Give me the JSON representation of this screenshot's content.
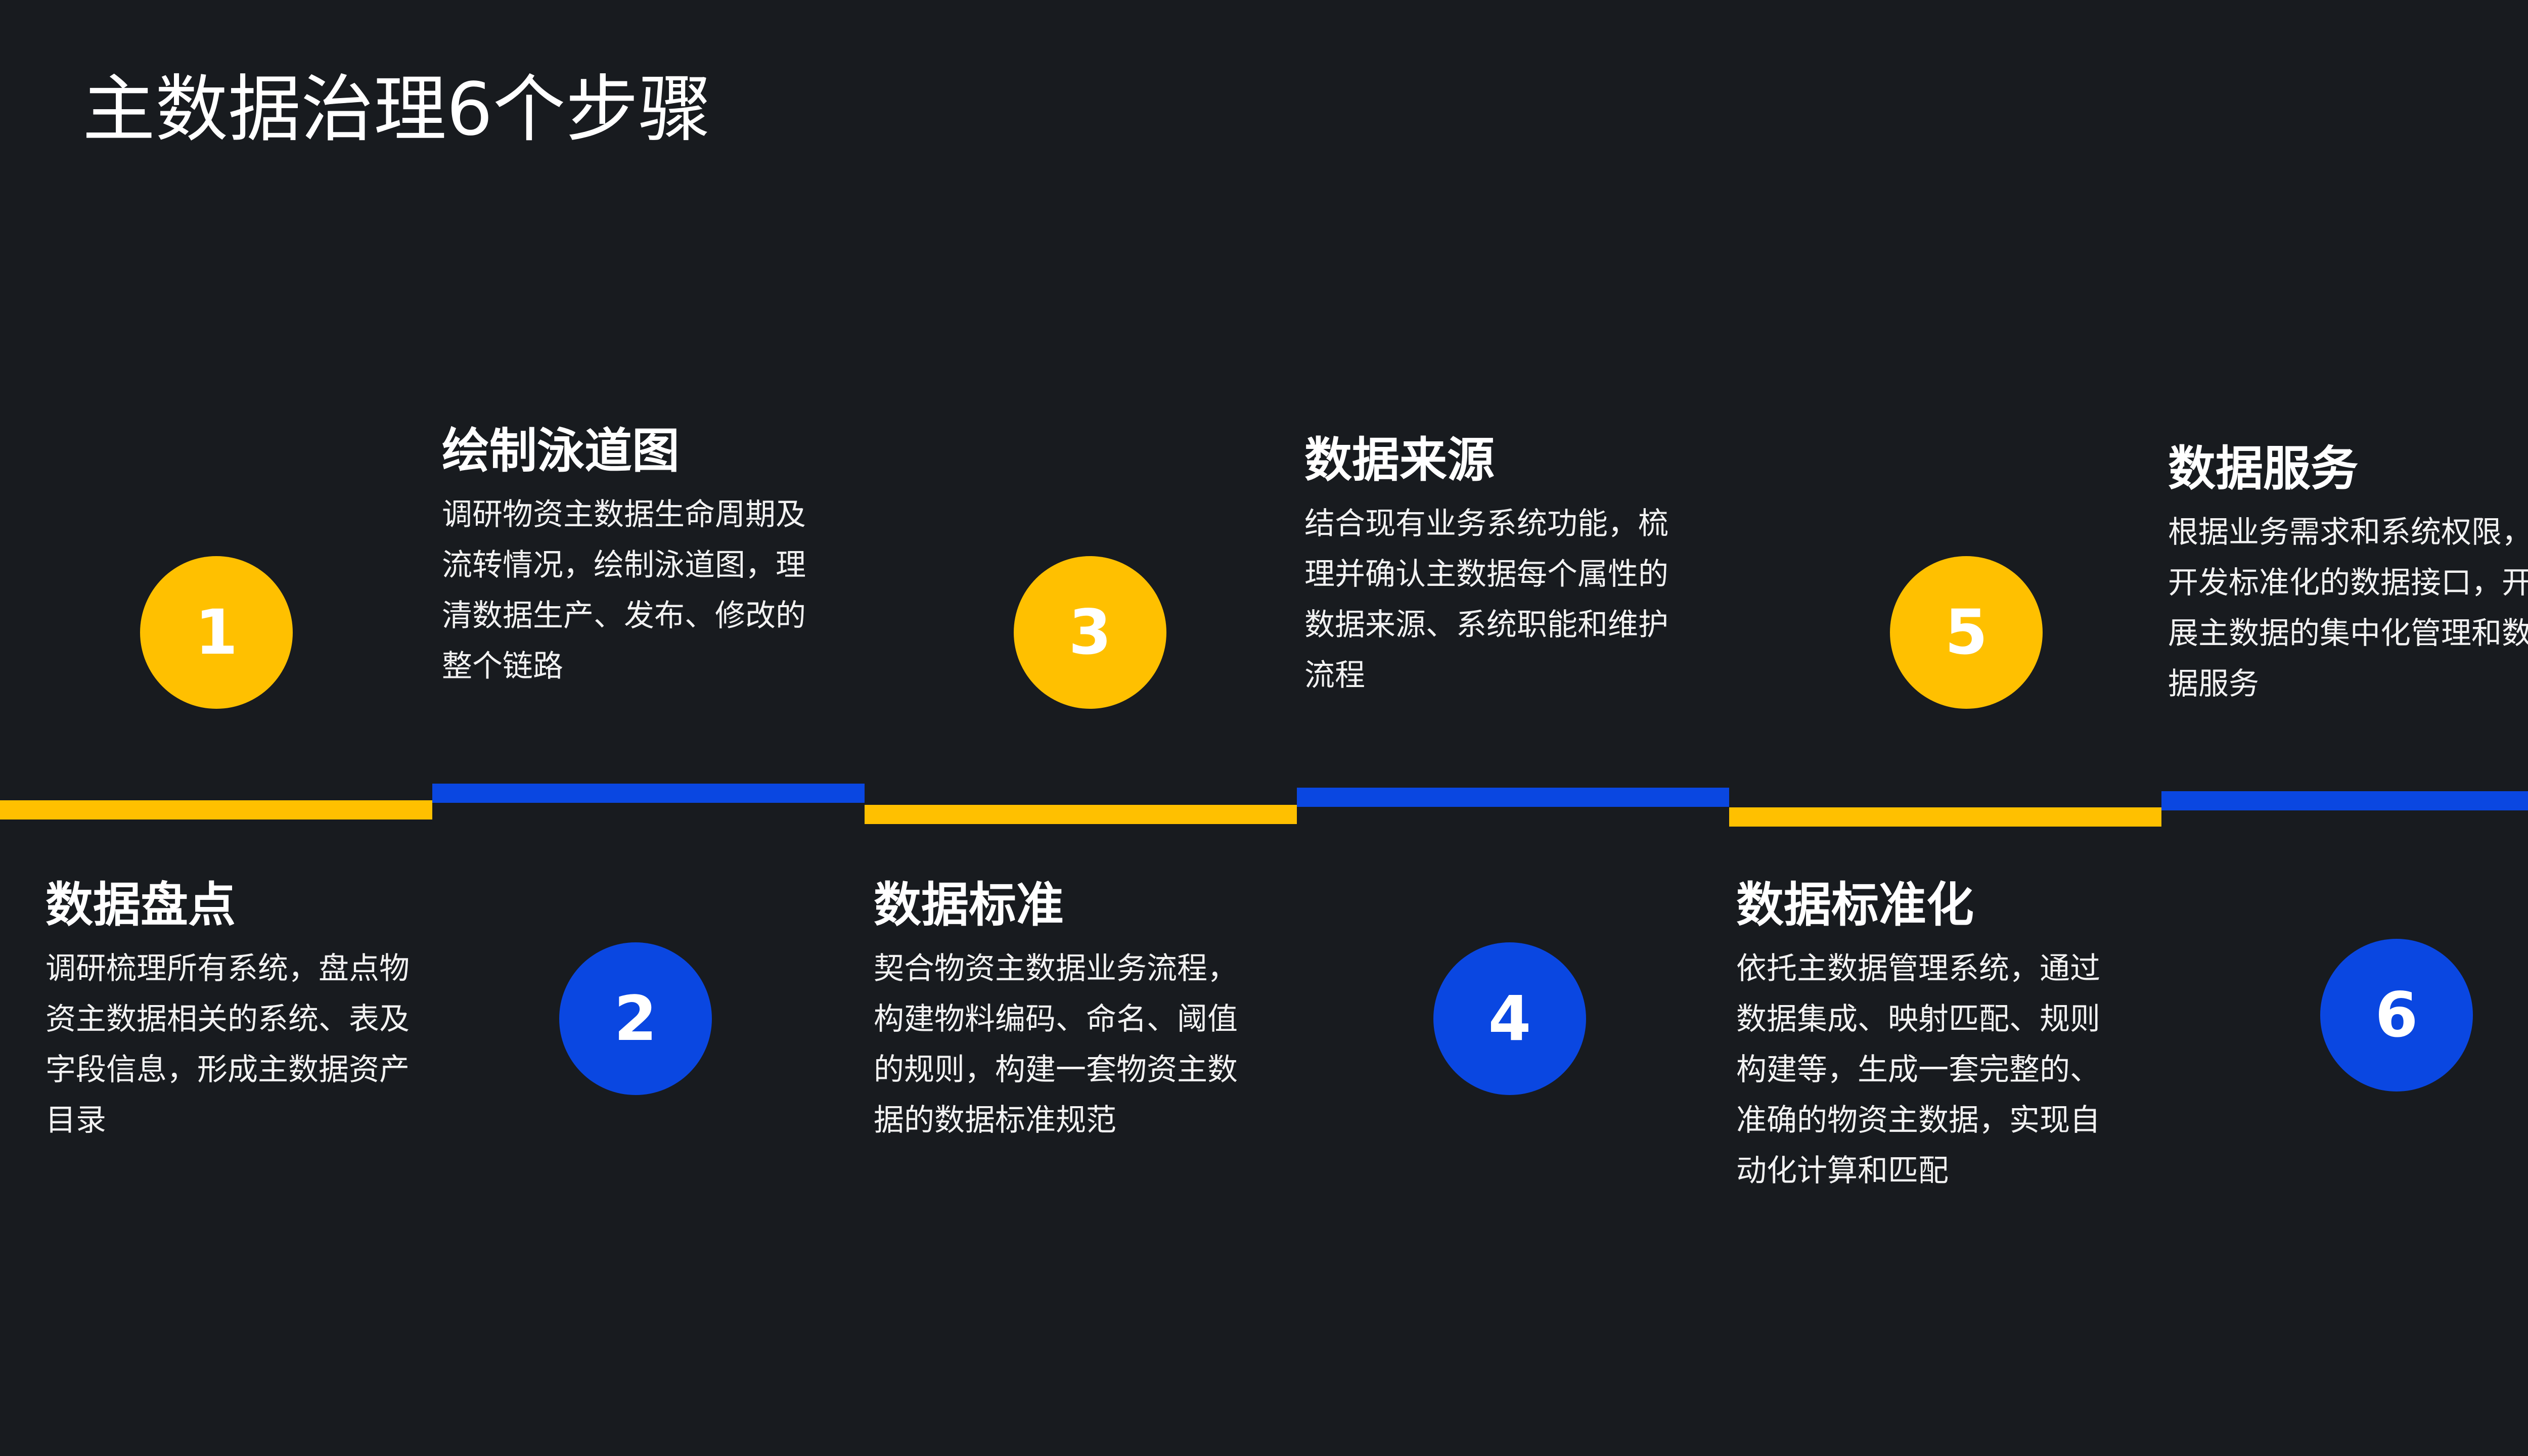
{
  "title": "主数据治理6个步骤",
  "colors": {
    "background": "#181b1f",
    "yellow": "#ffc000",
    "blue": "#0a47e1",
    "text": "#ffffff"
  },
  "steps": [
    {
      "number": "1",
      "heading": "数据盘点",
      "lines": [
        "调研梳理所有系统，盘点物",
        "资主数据相关的系统、表及",
        "字段信息，形成主数据资产",
        "目录"
      ],
      "color": "yellow"
    },
    {
      "number": "2",
      "heading": "绘制泳道图",
      "lines": [
        "调研物资主数据生命周期及",
        "流转情况，绘制泳道图，理",
        "清数据生产、发布、修改的",
        "整个链路"
      ],
      "color": "blue"
    },
    {
      "number": "3",
      "heading": "数据标准",
      "lines": [
        "契合物资主数据业务流程，",
        "构建物料编码、命名、阈值",
        "的规则，构建一套物资主数",
        "据的数据标准规范"
      ],
      "color": "yellow"
    },
    {
      "number": "4",
      "heading": "数据来源",
      "lines": [
        "结合现有业务系统功能，梳",
        "理并确认主数据每个属性的",
        "数据来源、系统职能和维护",
        "流程"
      ],
      "color": "blue"
    },
    {
      "number": "5",
      "heading": "数据标准化",
      "lines": [
        "依托主数据管理系统，通过",
        "数据集成、映射匹配、规则",
        "构建等，生成一套完整的、",
        "准确的物资主数据，实现自",
        "动化计算和匹配"
      ],
      "color": "yellow"
    },
    {
      "number": "6",
      "heading": "数据服务",
      "lines": [
        "根据业务需求和系统权限，",
        "开发标准化的数据接口，开",
        "展主数据的集中化管理和数",
        "据服务"
      ],
      "color": "blue"
    }
  ]
}
